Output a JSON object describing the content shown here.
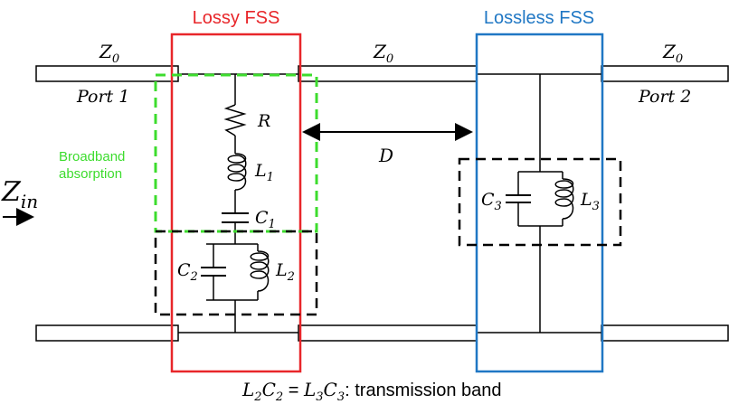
{
  "blocks": {
    "lossy": {
      "label": "Lossy FSS",
      "color": "#e8262a"
    },
    "lossless": {
      "label": "Lossless FSS",
      "color": "#1f77c4"
    }
  },
  "lines": {
    "z0": "Z",
    "z0_sub": "0",
    "port1": "Port 1",
    "port2": "Port 2"
  },
  "input": {
    "symbol": "Z",
    "sub": "in"
  },
  "components": {
    "R": "R",
    "L1": "L",
    "L1_sub": "1",
    "C1": "C",
    "C1_sub": "1",
    "C2": "C",
    "C2_sub": "2",
    "L2": "L",
    "L2_sub": "2",
    "C3": "C",
    "C3_sub": "3",
    "L3": "L",
    "L3_sub": "3"
  },
  "distance_label": "D",
  "annotation": {
    "text_line1": "Broadband",
    "text_line2": "absorption",
    "color": "#3ddc2e"
  },
  "caption": {
    "a": "L",
    "a_sub": "2",
    "b": "C",
    "b_sub": "2",
    "eq": " = ",
    "c": "L",
    "c_sub": "3",
    "d": "C",
    "d_sub": "3",
    "rest": ": transmission band"
  }
}
